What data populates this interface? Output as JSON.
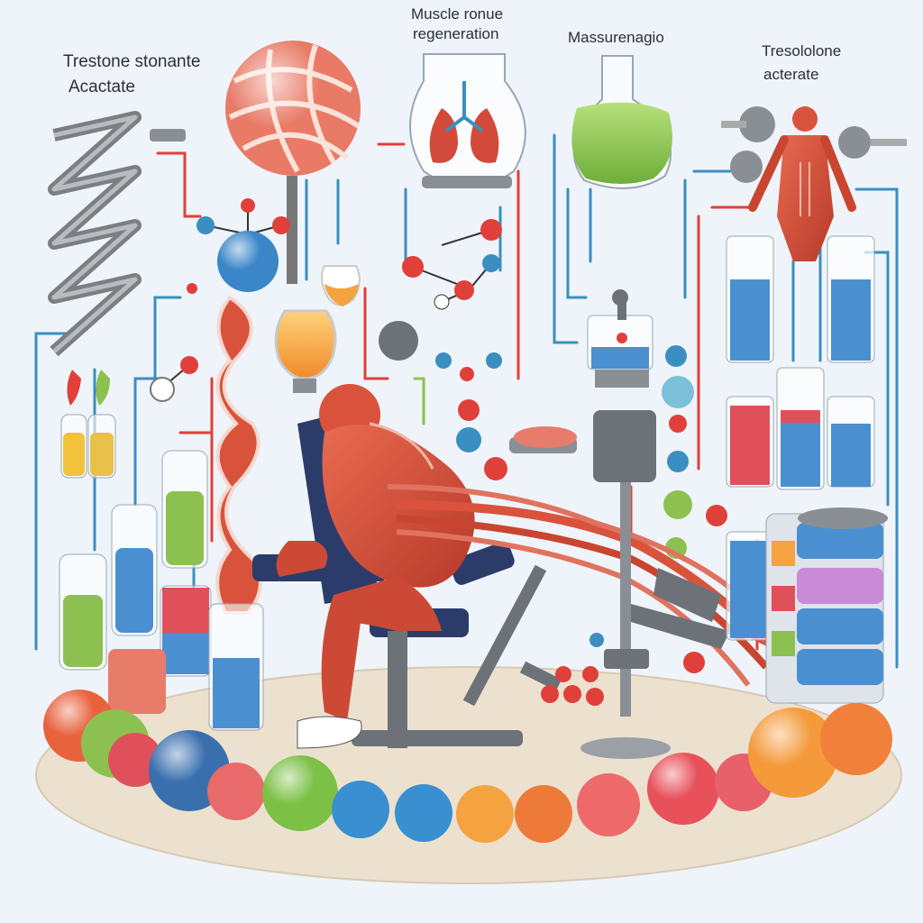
{
  "labels": {
    "top_left_line1": "Trestone stonante",
    "top_left_line2": "Acactate",
    "top_center_line1": "Muscle ronue",
    "top_center_line2": "regeneration",
    "middle": "Massurenagio",
    "top_right_line1": "Tresololone",
    "top_right_line2": "acterate"
  },
  "colors": {
    "background": "#eef4f9",
    "floor": "#ece1cf",
    "muscle": "#d9533c",
    "liquid_blue": "#4a90d0",
    "liquid_green": "#8cc152",
    "liquid_orange": "#f4a340",
    "metal": "#7d8288",
    "line_red": "#e0403a",
    "line_blue": "#3a8fc0"
  }
}
